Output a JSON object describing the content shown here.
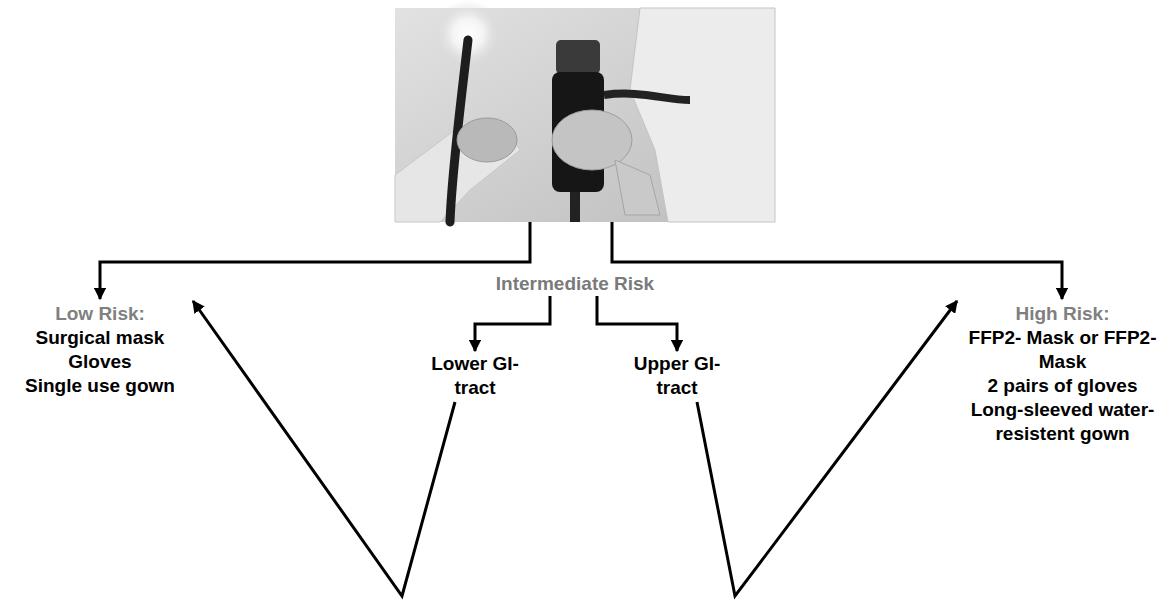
{
  "diagram": {
    "nodes": [
      {
        "text": [
          "Low Risk:",
          "Surgical mask",
          "Gloves",
          "Single use gown"
        ]
      },
      {
        "text": [
          "Intermediate Risk"
        ]
      },
      {
        "text": [
          "High Risk:",
          "FFP2- Mask or FFP2-Mask",
          "2 pairs of gloves",
          "Long-sleeved water-resistent gown"
        ]
      },
      {
        "text": [
          "Lower GI-tract"
        ]
      },
      {
        "text": [
          "Upper GI-tract"
        ]
      }
    ],
    "edges": [
      {
        "from": 1,
        "to": 3,
        "arrow": "to"
      },
      {
        "from": 1,
        "to": 4,
        "arrow": "to"
      },
      {
        "from": 3,
        "to": 0,
        "arrow": "to"
      },
      {
        "from": 4,
        "to": 2,
        "arrow": "to"
      }
    ]
  }
}
